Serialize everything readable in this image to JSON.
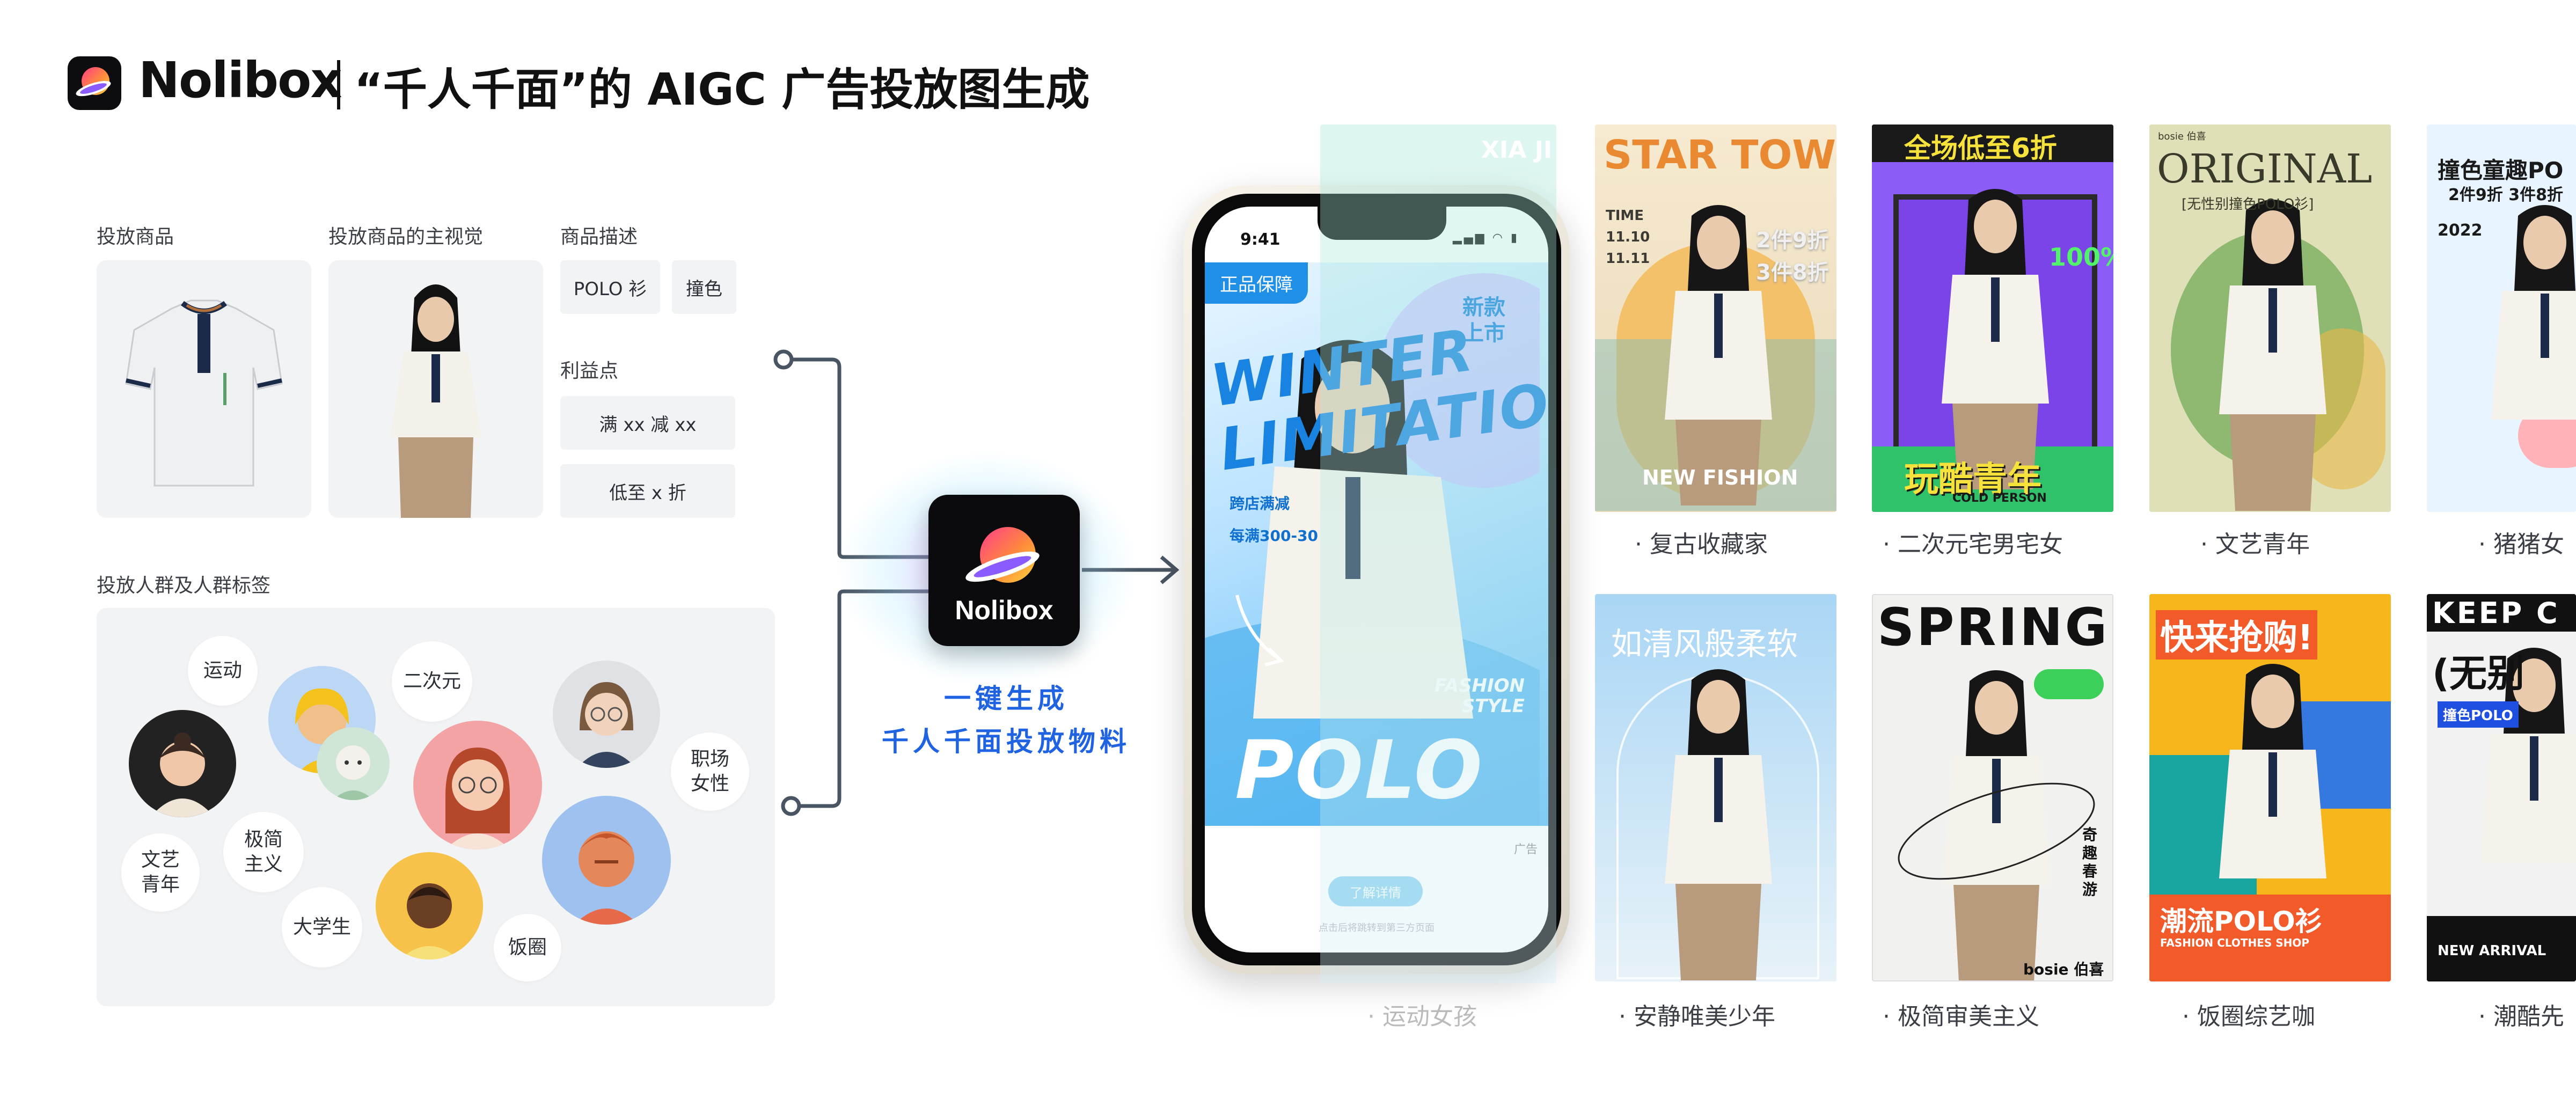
{
  "header": {
    "brand": "Nolibox",
    "title": "“千人千面”的 AIGC 广告投放图生成"
  },
  "inputs": {
    "product_label": "投放商品",
    "visual_label": "投放商品的主视觉",
    "description_label": "商品描述",
    "description_tags": [
      "POLO 衫",
      "撞色"
    ],
    "benefit_label": "利益点",
    "benefit_tags": [
      "满 xx 减 xx",
      "低至 x 折"
    ],
    "audience_label": "投放人群及人群标签",
    "audience_tags": [
      "运动",
      "二次元",
      "极简主义",
      "文艺青年",
      "职场女性",
      "大学生",
      "饭圈"
    ]
  },
  "center": {
    "app_name": "Nolibox",
    "caption_line1": "一键生成",
    "caption_line2": "千人千面投放物料"
  },
  "phone": {
    "time": "9:41",
    "badge": "正品保障",
    "headline": "WINTER LIMITATION",
    "new_tag_1": "新款",
    "new_tag_2": "上市",
    "promo_1": "跨店满减",
    "promo_2": "每满300-30",
    "fashion_1": "FASHION",
    "fashion_2": "STYLE",
    "polo": "POLO衫",
    "ad_tag": "广告",
    "cta": "了解详情",
    "footnote": "点击后将跳转到第三方页面"
  },
  "posters": {
    "row1": [
      {
        "label": "复古收藏家",
        "headline": "STAR TOWN",
        "extra": "NEW FISHION",
        "promo": "2件9折 3件8折",
        "time": "TIME 11.10 11.11"
      },
      {
        "label": "二次元宅男宅女",
        "headline": "全场低至6折",
        "extra": "玩酷青年",
        "promo": "100%",
        "sub": "COLD PERSON"
      },
      {
        "label": "文艺青年",
        "headline": "ORIGINAL",
        "extra": "[无性别撞色POLO衫]",
        "brand": "bosie 伯喜"
      },
      {
        "label": "猪猪女",
        "headline": "撞色童趣PO",
        "promo": "2件9折 3件8折",
        "year": "2022"
      }
    ],
    "row2": [
      {
        "label": "运动女孩",
        "headline": "XIA JI"
      },
      {
        "label": "安静唯美少年",
        "headline": "如清风般柔软"
      },
      {
        "label": "极简审美主义",
        "headline": "SPRING",
        "side": "奇趣春游",
        "brand": "bosie 伯喜"
      },
      {
        "label": "饭圈综艺咖",
        "headline": "快来抢购!",
        "extra": "潮流POLO衫",
        "sub": "FASHION CLOTHES SHOP"
      },
      {
        "label": "潮酷先",
        "headline": "KEEP C",
        "extra": "(无别",
        "sub": "NEW ARRIVAL",
        "tag": "撞色POLO"
      }
    ]
  },
  "colors": {
    "accent_blue": "#1f63e3",
    "card_grey": "#f2f3f5"
  }
}
